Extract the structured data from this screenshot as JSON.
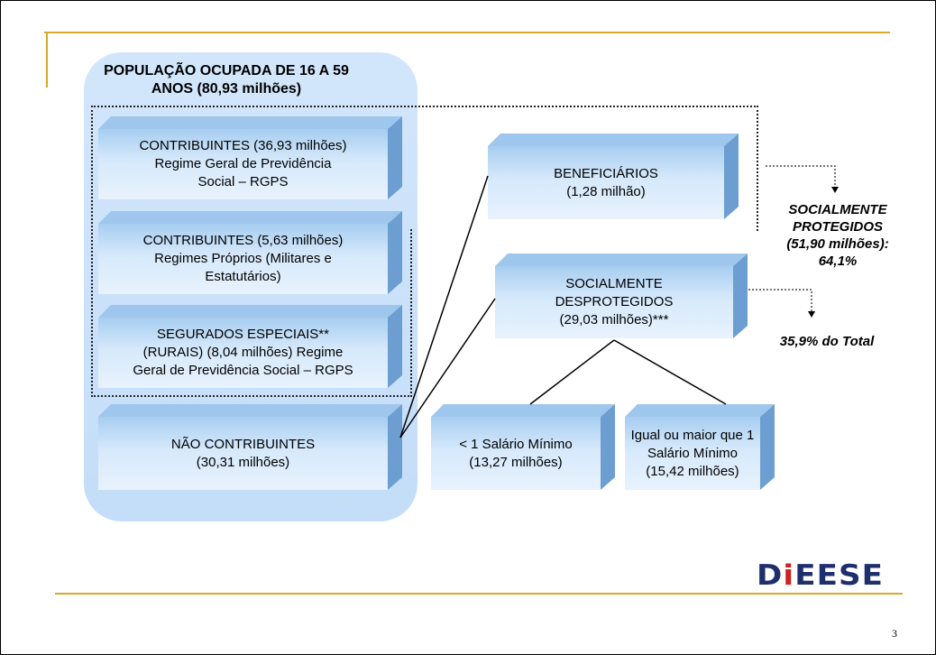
{
  "group": {
    "title": "POPULAÇÃO OCUPADA DE 16 A 59 ANOS (80,93 milhões)"
  },
  "boxes": {
    "contrib_rgps": [
      "CONTRIBUINTES (36,93 milhões)",
      "Regime Geral de Previdência",
      "Social – RGPS"
    ],
    "contrib_rpps": [
      "CONTRIBUINTES (5,63 milhões)",
      "Regimes Próprios (Militares e",
      "Estatutários)"
    ],
    "segurados": [
      "SEGURADOS ESPECIAIS**",
      "(RURAIS) (8,04 milhões) Regime",
      "Geral de Previdência Social – RGPS"
    ],
    "nao_contrib": [
      "NÃO CONTRIBUINTES",
      "(30,31 milhões)"
    ],
    "beneficiarios": [
      "BENEFICIÁRIOS",
      "(1,28 milhão)"
    ],
    "desprotegidos": [
      "SOCIALMENTE",
      "DESPROTEGIDOS",
      "(29,03 milhões)***"
    ],
    "menor_sm": [
      "< 1 Salário Mínimo",
      "(13,27 milhões)"
    ],
    "maior_sm": [
      "Igual ou maior que 1",
      "Salário Mínimo",
      "(15,42 milhões)"
    ]
  },
  "annotations": {
    "protegidos": [
      "SOCIALMENTE",
      "PROTEGIDOS",
      "(51,90 milhões):",
      "64,1%"
    ],
    "desprotegidos_pct": "35,9% do Total"
  },
  "logo": {
    "text_prefix": "D",
    "text_i": "i",
    "text_suffix": "EESE"
  },
  "page_number": "3",
  "colors": {
    "accent_line": "#d8a92a",
    "group_fill": "#c9e0f9",
    "box_side": "#6d9ed1",
    "logo": "#1e2f6e"
  }
}
